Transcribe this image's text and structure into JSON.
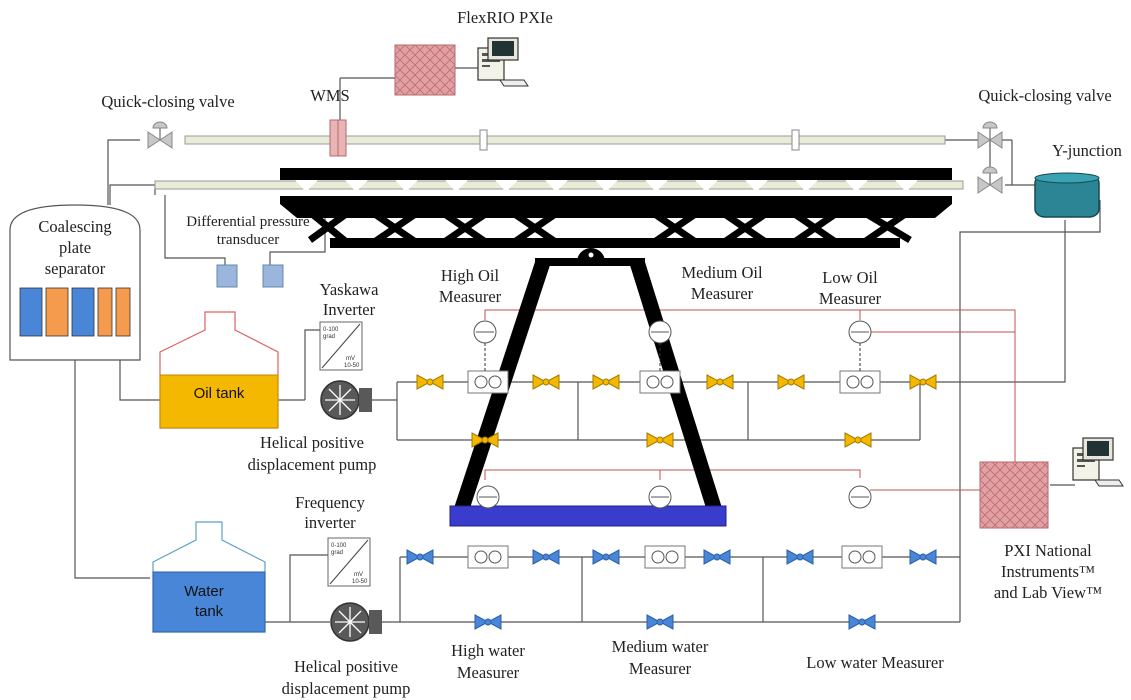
{
  "labels": {
    "flexrio": "FlexRIO PXIe",
    "wms": "WMS",
    "qcv_left": "Quick-closing valve",
    "qcv_right": "Quick-closing valve",
    "yjunction": "Y-junction",
    "dpt_line1": "Differential pressure",
    "dpt_line2": "transducer",
    "separator_line1": "Coalescing",
    "separator_line2": "plate",
    "separator_line3": "separator",
    "yaskawa_line1": "Yaskawa",
    "yaskawa_line2": "Inverter",
    "oil_tank": "Oil  tank",
    "water_tank_line1": "Water",
    "water_tank_line2": "tank",
    "oil_pump_line1": "Helical positive",
    "oil_pump_line2": "displacement pump",
    "freq_line1": "Frequency",
    "freq_line2": "inverter",
    "water_pump_line1": "Helical positive",
    "water_pump_line2": "displacement pump",
    "high_oil_line1": "High Oil",
    "high_oil_line2": "Measurer",
    "medium_oil_line1": "Medium Oil",
    "medium_oil_line2": "Measurer",
    "low_oil_line1": "Low Oil",
    "low_oil_line2": "Measurer",
    "high_water_line1": "High water",
    "high_water_line2": "Measurer",
    "medium_water_line1": "Medium water",
    "medium_water_line2": "Measurer",
    "low_water": "Low water Measurer",
    "pxi_line1": "PXI National",
    "pxi_line2": "Instruments™",
    "pxi_line3": "and Lab View™"
  },
  "inverter_text": {
    "scale_top_1": "0-100",
    "scale_top_2": "grad",
    "scale_bottom_1": "mV",
    "scale_bottom_2": "10-50"
  },
  "colors": {
    "oil": "#f5b800",
    "water": "#4a86d8",
    "daq": "#e0a1a4",
    "pipe": "#e9ecd6",
    "structure": "#000000",
    "platform": "#3a3ccc",
    "yjunction": "#2b8594",
    "signal_line": "#c0504d"
  },
  "icons": {
    "valve": "gate-valve-icon",
    "pump": "pump-icon",
    "computer": "computer-icon",
    "flowmeter": "flowmeter-icon"
  }
}
